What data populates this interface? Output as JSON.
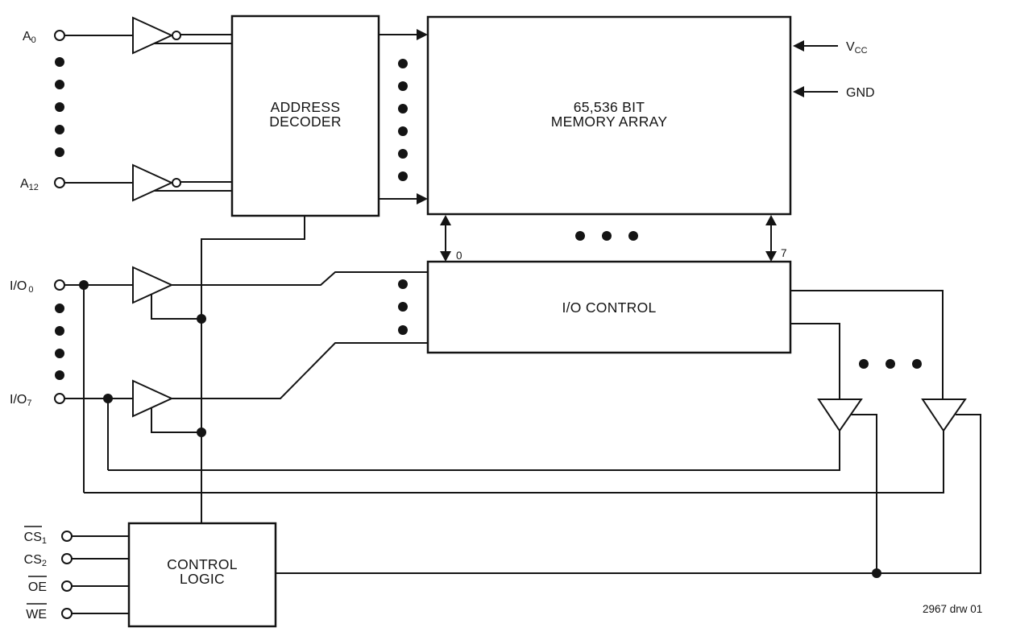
{
  "diagram": {
    "title_hint": "64K SRAM functional block diagram",
    "colors": {
      "line": "#141414",
      "background": "#ffffff"
    },
    "blocks": {
      "address_decoder": {
        "line1": "ADDRESS",
        "line2": "DECODER"
      },
      "memory_array": {
        "line1": "65,536 BIT",
        "line2": "MEMORY ARRAY"
      },
      "io_control": {
        "label": "I/O CONTROL"
      },
      "control_logic": {
        "line1": "CONTROL",
        "line2": "LOGIC"
      }
    },
    "pins": {
      "a0": {
        "base": "A",
        "sub": "0"
      },
      "a12": {
        "base": "A",
        "sub": "12"
      },
      "io0": {
        "base": "I/O",
        "sub": "0"
      },
      "io7": {
        "base": "I/O",
        "sub": "7"
      },
      "vcc": {
        "base": "V",
        "sub": "CC"
      },
      "gnd": {
        "base": "GND"
      },
      "cs1": {
        "base": "CS",
        "sub": "1",
        "overline": true
      },
      "cs2": {
        "base": "CS",
        "sub": "2",
        "overline": false
      },
      "oe": {
        "base": "OE",
        "overline": true
      },
      "we": {
        "base": "WE",
        "overline": true
      }
    },
    "bus_labels": {
      "bit0": "0",
      "bit7": "7"
    },
    "footnote": "2967 drw 01"
  }
}
